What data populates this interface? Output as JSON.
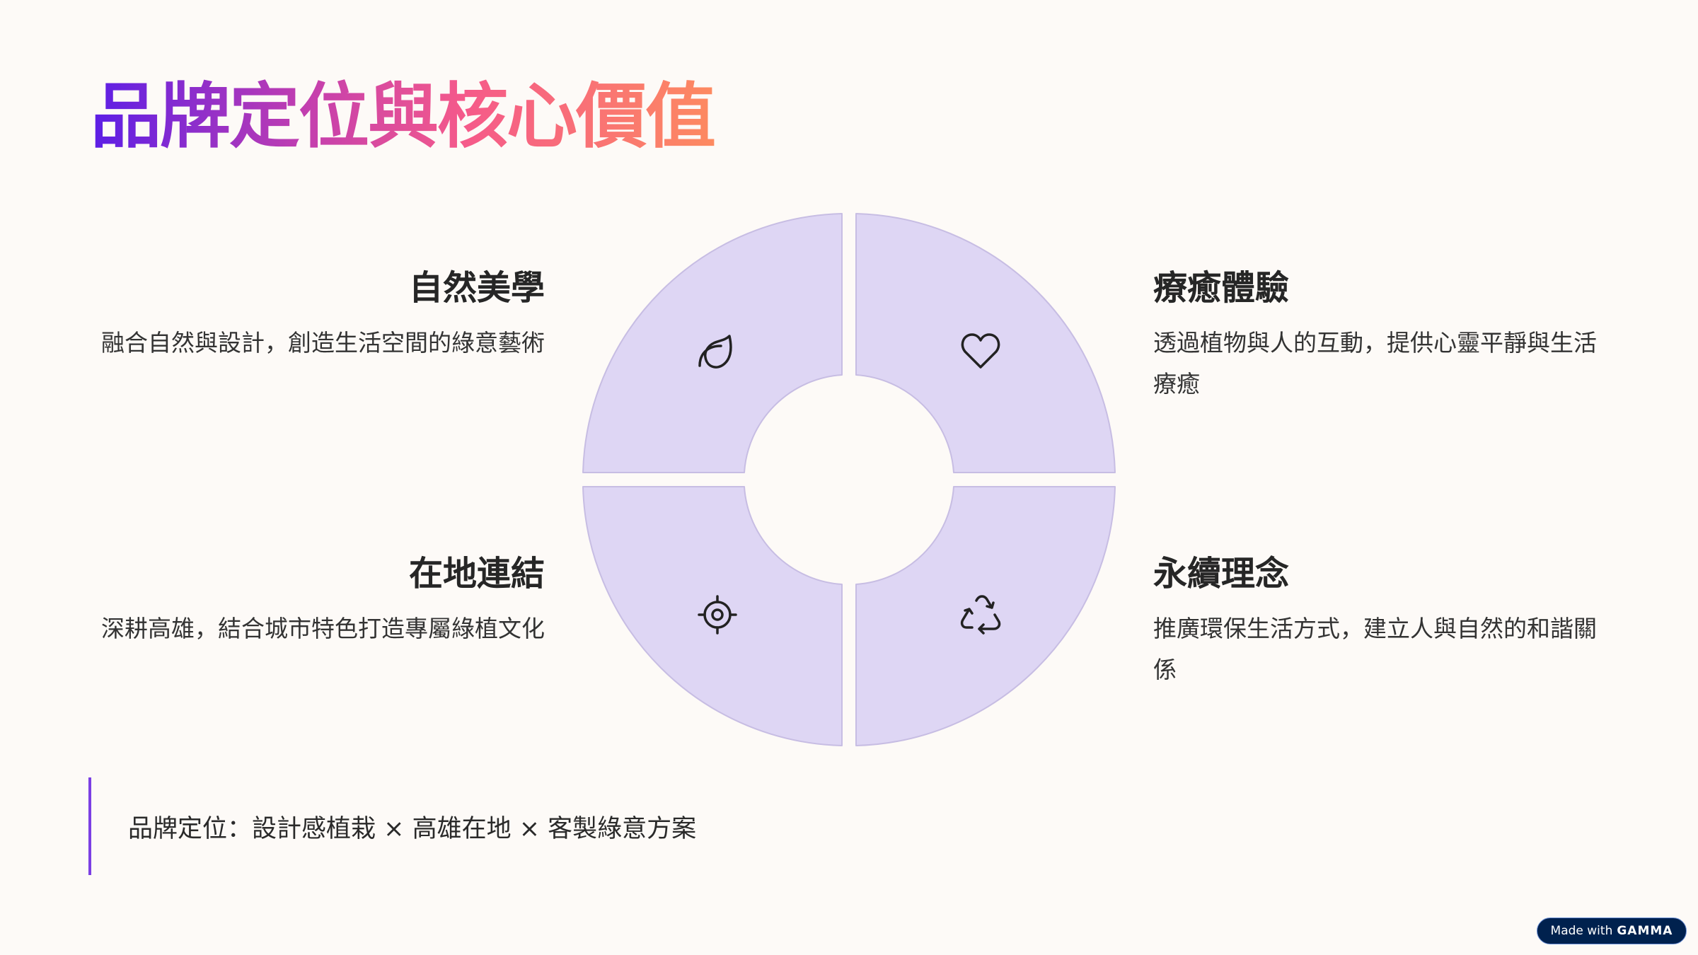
{
  "title": "品牌定位與核心價值",
  "items": [
    {
      "heading": "自然美學",
      "body": "融合自然與設計，創造生活空間的綠意藝術",
      "icon": "leaf-icon"
    },
    {
      "heading": "療癒體驗",
      "body": "透過植物與人的互動，提供心靈平靜與生活療癒",
      "icon": "heart-icon"
    },
    {
      "heading": "在地連結",
      "body": "深耕高雄，結合城市特色打造專屬綠植文化",
      "icon": "location-target-icon"
    },
    {
      "heading": "永續理念",
      "body": "推廣環保生活方式，建立人與自然的和諧關係",
      "icon": "recycle-icon"
    }
  ],
  "quote": "品牌定位：設計感植栽 × 高雄在地 × 客製綠意方案",
  "badge": {
    "prefix": "Made with",
    "brand": "GAMMA"
  },
  "colors": {
    "segment_fill": "#ded6f4",
    "segment_stroke": "#c7bde3",
    "accent_bar": "#7b3fe4",
    "badge_bg": "#00214e"
  }
}
